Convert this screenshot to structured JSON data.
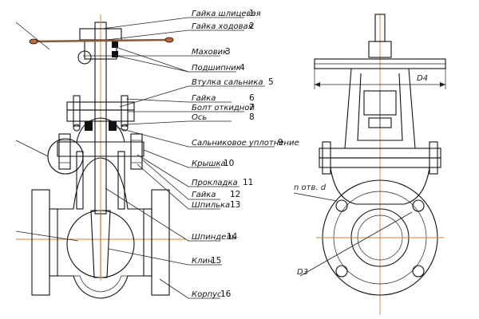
{
  "colors": {
    "outline": "#111111",
    "axis": "#d9802a",
    "seal": "#111111",
    "handwheel_rod": "#8a5a3a"
  },
  "parts": [
    {
      "label": "Гайка шлицевая",
      "number": "1"
    },
    {
      "label": "Гайка ходовая",
      "number": "2"
    },
    {
      "label": "Маховик",
      "number": "3"
    },
    {
      "label": "Подшипник",
      "number": "4"
    },
    {
      "label": "Втулка сальника",
      "number": "5"
    },
    {
      "label": "Гайка",
      "number": "6"
    },
    {
      "label": "Болт откидной",
      "number": "7"
    },
    {
      "label": "Ось",
      "number": "8"
    },
    {
      "label": "Сальниковое уплотнение",
      "number": "9"
    },
    {
      "label": "Крышка",
      "number": "10"
    },
    {
      "label": "Прокладка",
      "number": "11"
    },
    {
      "label": "Гайка",
      "number": "12"
    },
    {
      "label": "Шпилька",
      "number": "13"
    },
    {
      "label": "Шпиндель",
      "number": "14"
    },
    {
      "label": "Клин",
      "number": "15"
    },
    {
      "label": "Корпус",
      "number": "16"
    }
  ],
  "dimensions": {
    "d4": "D4",
    "d3": "D3",
    "holes": "n отв. d"
  }
}
